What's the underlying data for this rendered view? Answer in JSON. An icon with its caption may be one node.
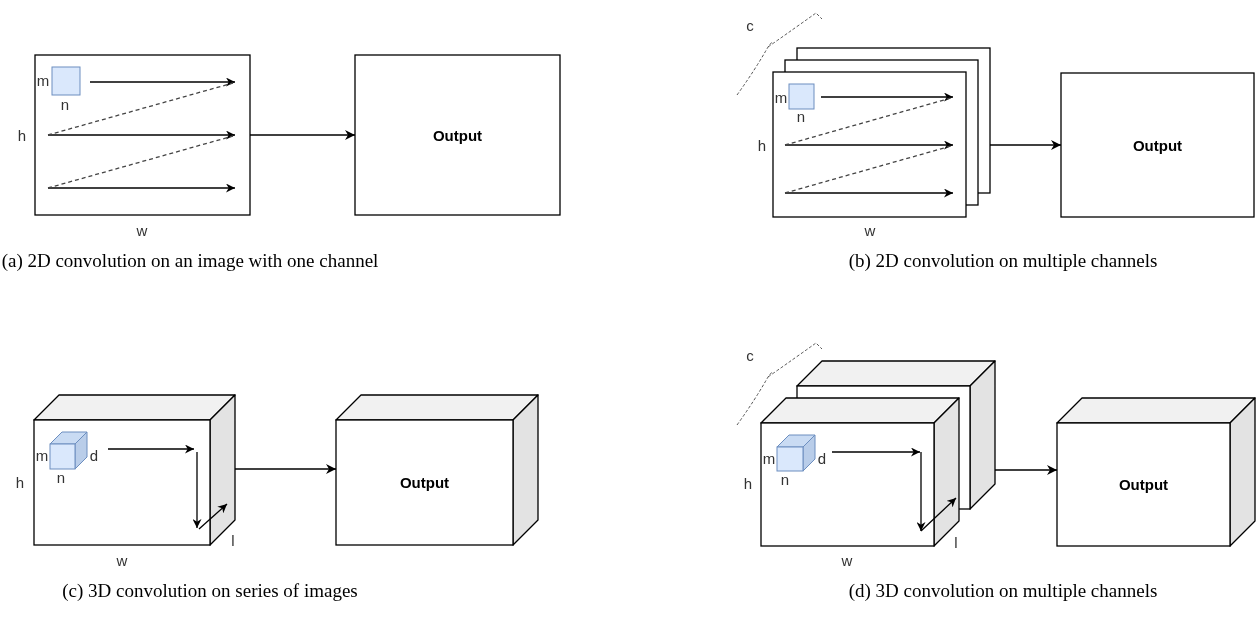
{
  "diagram": {
    "nodes": [
      {
        "text": [],
        "shape": "box",
        "beside": [
          "h",
          "w"
        ]
      },
      {
        "text": [],
        "shape": "box",
        "in": 0,
        "beside": [
          "m",
          "n"
        ]
      },
      {
        "text": [
          "Output"
        ]
      },
      {
        "text": [],
        "shape": "box",
        "beside": [
          "c",
          "h",
          "w"
        ]
      },
      {
        "text": [],
        "shape": "box",
        "in": 3,
        "beside": [
          "m",
          "n"
        ]
      },
      {
        "text": [
          "Output"
        ]
      },
      {
        "text": [],
        "shape": "cube",
        "beside": [
          "h",
          "w",
          "l"
        ]
      },
      {
        "text": [],
        "shape": "cube",
        "in": 6,
        "beside": [
          "m",
          "d",
          "n"
        ]
      },
      {
        "text": [
          "Output"
        ]
      },
      {
        "text": [],
        "shape": "cube",
        "beside": [
          "c",
          "h",
          "w",
          "l"
        ]
      },
      {
        "text": [],
        "shape": "cube",
        "in": 9,
        "beside": [
          "m",
          "d",
          "n"
        ]
      },
      {
        "text": [
          "Output"
        ]
      }
    ],
    "edges": [
      {
        "from": 0,
        "to": 2,
        "arrow": "to"
      },
      {
        "from": 3,
        "to": 5,
        "arrow": "to"
      },
      {
        "from": 6,
        "to": 8,
        "arrow": "to"
      },
      {
        "from": 9,
        "to": 11,
        "arrow": "to"
      }
    ],
    "labels": [
      "(a) 2D convolution on an image with one channel",
      "(b) 2D convolution on multiple channels",
      "(c) 3D convolution on series of images",
      "(d) 3D convolution on multiple channels"
    ]
  }
}
